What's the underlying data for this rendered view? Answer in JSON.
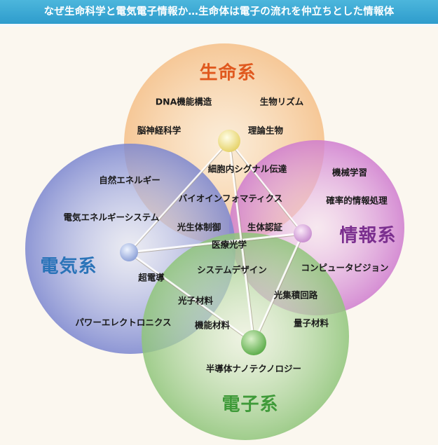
{
  "header": {
    "title": "なぜ生命科学と電気電子情報か…生命体は電子の流れを仲立ちとした情報体"
  },
  "systems": {
    "life": {
      "label": "生命系",
      "color": "#e0591f"
    },
    "info": {
      "label": "情報系",
      "color": "#7b2f8f"
    },
    "electric": {
      "label": "電気系",
      "color": "#2a73b8"
    },
    "electronic": {
      "label": "電子系",
      "color": "#3f9a39"
    }
  },
  "topics": {
    "dna": "DNA機能構造",
    "bio_rhythm": "生物リズム",
    "brain": "脳神経科学",
    "theory_bio": "理論生物",
    "signal": "細胞内シグナル伝達",
    "ml": "機械学習",
    "prob": "確率的情報処理",
    "natural_energy": "自然エネルギー",
    "bioinfo": "バイオインフォマティクス",
    "power_system": "電気エネルギーシステム",
    "opto_bio": "光生体制御",
    "bio_auth": "生体認証",
    "medical_optics": "医療光学",
    "cv": "コンピュータビジョン",
    "superconduct": "超電導",
    "system_design": "システムデザイン",
    "opto_ic": "光集積回路",
    "optical_mat": "光子材料",
    "quantum_mat": "量子材料",
    "power_elec": "パワーエレクトロニクス",
    "func_mat": "機能材料",
    "nano": "半導体ナノテクノロジー"
  }
}
